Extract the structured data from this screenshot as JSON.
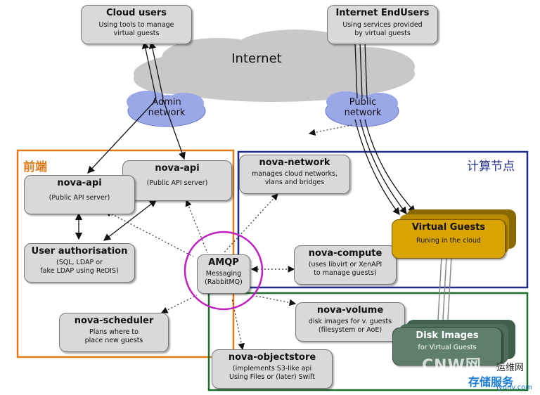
{
  "diagram": {
    "cloud_users": {
      "title": "Cloud users",
      "desc1": "Using tools to manage",
      "desc2": "virtual guests"
    },
    "internet_endusers": {
      "title": "Internet EndUsers",
      "desc1": "Using services provided",
      "desc2": "by virtual guests"
    },
    "internet": "Internet",
    "admin_network": {
      "line1": "Admin",
      "line2": "network"
    },
    "public_network": {
      "line1": "Public",
      "line2": "network"
    },
    "frontend_label": "前端",
    "compute_label": "计算节点",
    "nova_api_1": {
      "title": "nova-api",
      "desc": "(Public API server)"
    },
    "nova_api_2": {
      "title": "nova-api",
      "desc": "(Public API server)"
    },
    "nova_network": {
      "title": "nova-network",
      "desc1": "manages cloud networks,",
      "desc2": "vlans and bridges"
    },
    "user_auth": {
      "title": "User authorisation",
      "desc1": "(SQL, LDAP or",
      "desc2": "fake LDAP using ReDIS)"
    },
    "amqp": {
      "title": "AMQP",
      "desc1": "Messaging",
      "desc2": "(RabbitMQ)"
    },
    "nova_compute": {
      "title": "nova-compute",
      "desc1": "(uses libvirt or XenAPI",
      "desc2": "to manage guests)"
    },
    "virtual_guests": {
      "title": "Virtual Guests",
      "desc": "Runing in the cloud"
    },
    "nova_scheduler": {
      "title": "nova-scheduler",
      "desc1": "Plans where to",
      "desc2": "place new guests"
    },
    "nova_volume": {
      "title": "nova-volume",
      "desc1": "disk images for  v. guests",
      "desc2": "(filesystem or AoE)"
    },
    "disk_images": {
      "title": "Disk Images",
      "desc": "for Virtual Guests"
    },
    "nova_objectstore": {
      "title": "nova-objectstore",
      "desc1": "(implements S3-like api",
      "desc2": "Using Files or (later) Swift"
    },
    "watermark": {
      "text": "CNW网",
      "line1": "运维网",
      "line2": "存储服务",
      "url": "iyunv.com"
    }
  },
  "colors": {
    "frontend": "#e07b1a",
    "compute": "#1f2a8c",
    "storage": "#1c6e2a",
    "amqp_ring": "#c020c0",
    "virtual_guests": "#d9a400",
    "disk_images": "#5f7f6a",
    "cloud": "#c8c8c8",
    "network_cloud": "#9aa8e8"
  }
}
